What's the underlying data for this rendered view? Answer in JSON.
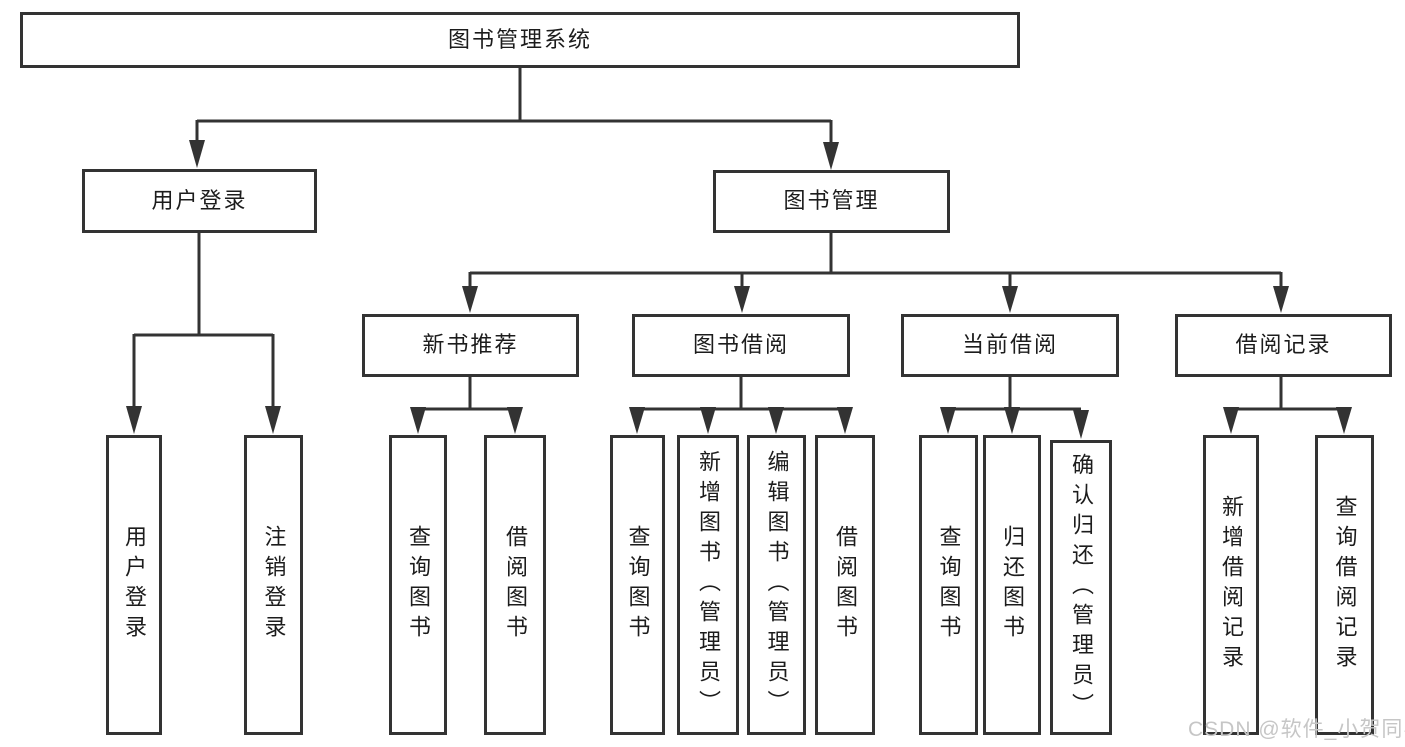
{
  "diagram": {
    "root": {
      "label": "图书管理系统"
    },
    "branches": [
      {
        "label": "用户登录",
        "children": [
          "用户登录",
          "注销登录"
        ]
      },
      {
        "label": "图书管理",
        "sections": [
          {
            "label": "新书推荐",
            "children": [
              "查询图书",
              "借阅图书"
            ]
          },
          {
            "label": "图书借阅",
            "children": [
              "查询图书",
              "新增图书（管理员）",
              "编辑图书（管理员）",
              "借阅图书"
            ]
          },
          {
            "label": "当前借阅",
            "children": [
              "查询图书",
              "归还图书",
              "确认归还（管理员）"
            ]
          },
          {
            "label": "借阅记录",
            "children": [
              "新增借阅记录",
              "查询借阅记录"
            ]
          }
        ]
      }
    ]
  },
  "watermark": {
    "text": "CSDN @软件_小贺同学"
  },
  "colors": {
    "line": "#333333",
    "text": "#1c1c1c",
    "background": "#ffffff",
    "watermark": "#c6c6c6"
  }
}
